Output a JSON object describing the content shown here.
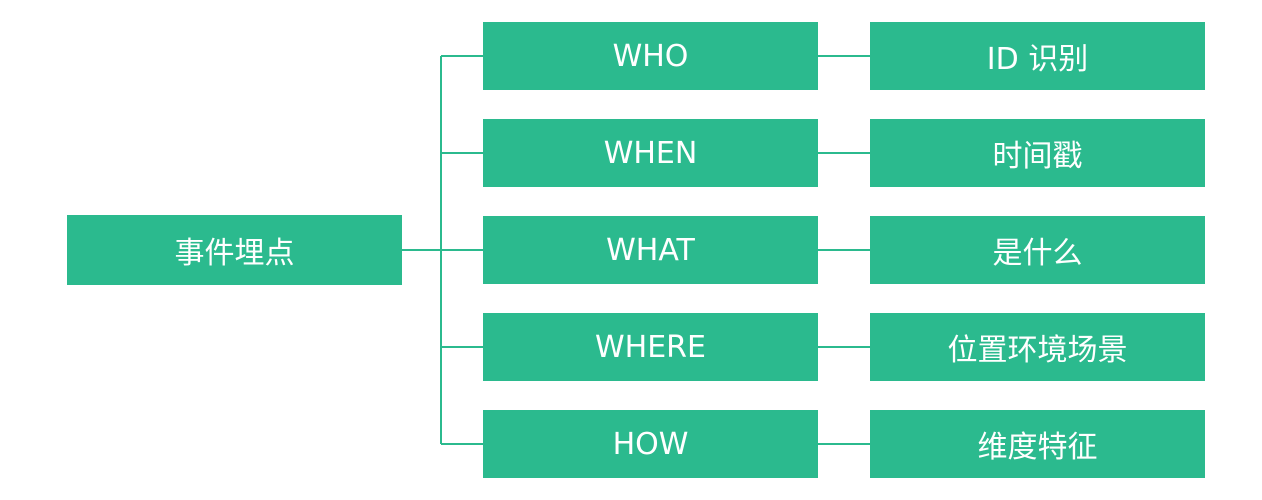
{
  "root": {
    "label": "事件埋点"
  },
  "branches": [
    {
      "label": "WHO",
      "detail": "ID 识别"
    },
    {
      "label": "WHEN",
      "detail": "时间戳"
    },
    {
      "label": "WHAT",
      "detail": "是什么"
    },
    {
      "label": "WHERE",
      "detail": "位置环境场景"
    },
    {
      "label": "HOW",
      "detail": "维度特征"
    }
  ],
  "colors": {
    "box": "#2bba8e",
    "line": "#2bba8e",
    "text": "#ffffff"
  }
}
